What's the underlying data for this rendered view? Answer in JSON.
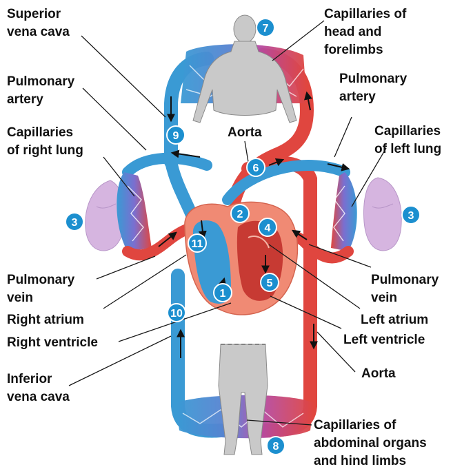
{
  "labels": {
    "superior_vena_cava": [
      "Superior",
      "vena cava"
    ],
    "capillaries_head": [
      "Capillaries of",
      "head and",
      "forelimbs"
    ],
    "pulmonary_artery_left": [
      "Pulmonary",
      "artery"
    ],
    "pulmonary_artery_right": [
      "Pulmonary",
      "artery"
    ],
    "capillaries_right_lung": [
      "Capillaries",
      "of right lung"
    ],
    "aorta_top": "Aorta",
    "capillaries_left_lung": [
      "Capillaries",
      "of left lung"
    ],
    "pulmonary_vein_left": [
      "Pulmonary",
      "vein"
    ],
    "pulmonary_vein_right": [
      "Pulmonary",
      "vein"
    ],
    "right_atrium": "Right atrium",
    "left_atrium": "Left atrium",
    "right_ventricle": "Right ventricle",
    "left_ventricle": "Left ventricle",
    "inferior_vena_cava": [
      "Inferior",
      "vena cava"
    ],
    "aorta_bottom": "Aorta",
    "capillaries_abdominal": [
      "Capillaries of",
      "abdominal organs",
      "and hind limbs"
    ]
  },
  "steps": [
    "1",
    "2",
    "3",
    "3",
    "4",
    "5",
    "6",
    "7",
    "8",
    "9",
    "10",
    "11"
  ],
  "colors": {
    "oxygen_poor": "#3a9ad4",
    "oxygen_rich": "#e0463f",
    "heart": "#f08a74",
    "lung": "#d6b5e0",
    "body": "#c9c9c9",
    "step_badge": "#1c8fcf"
  }
}
